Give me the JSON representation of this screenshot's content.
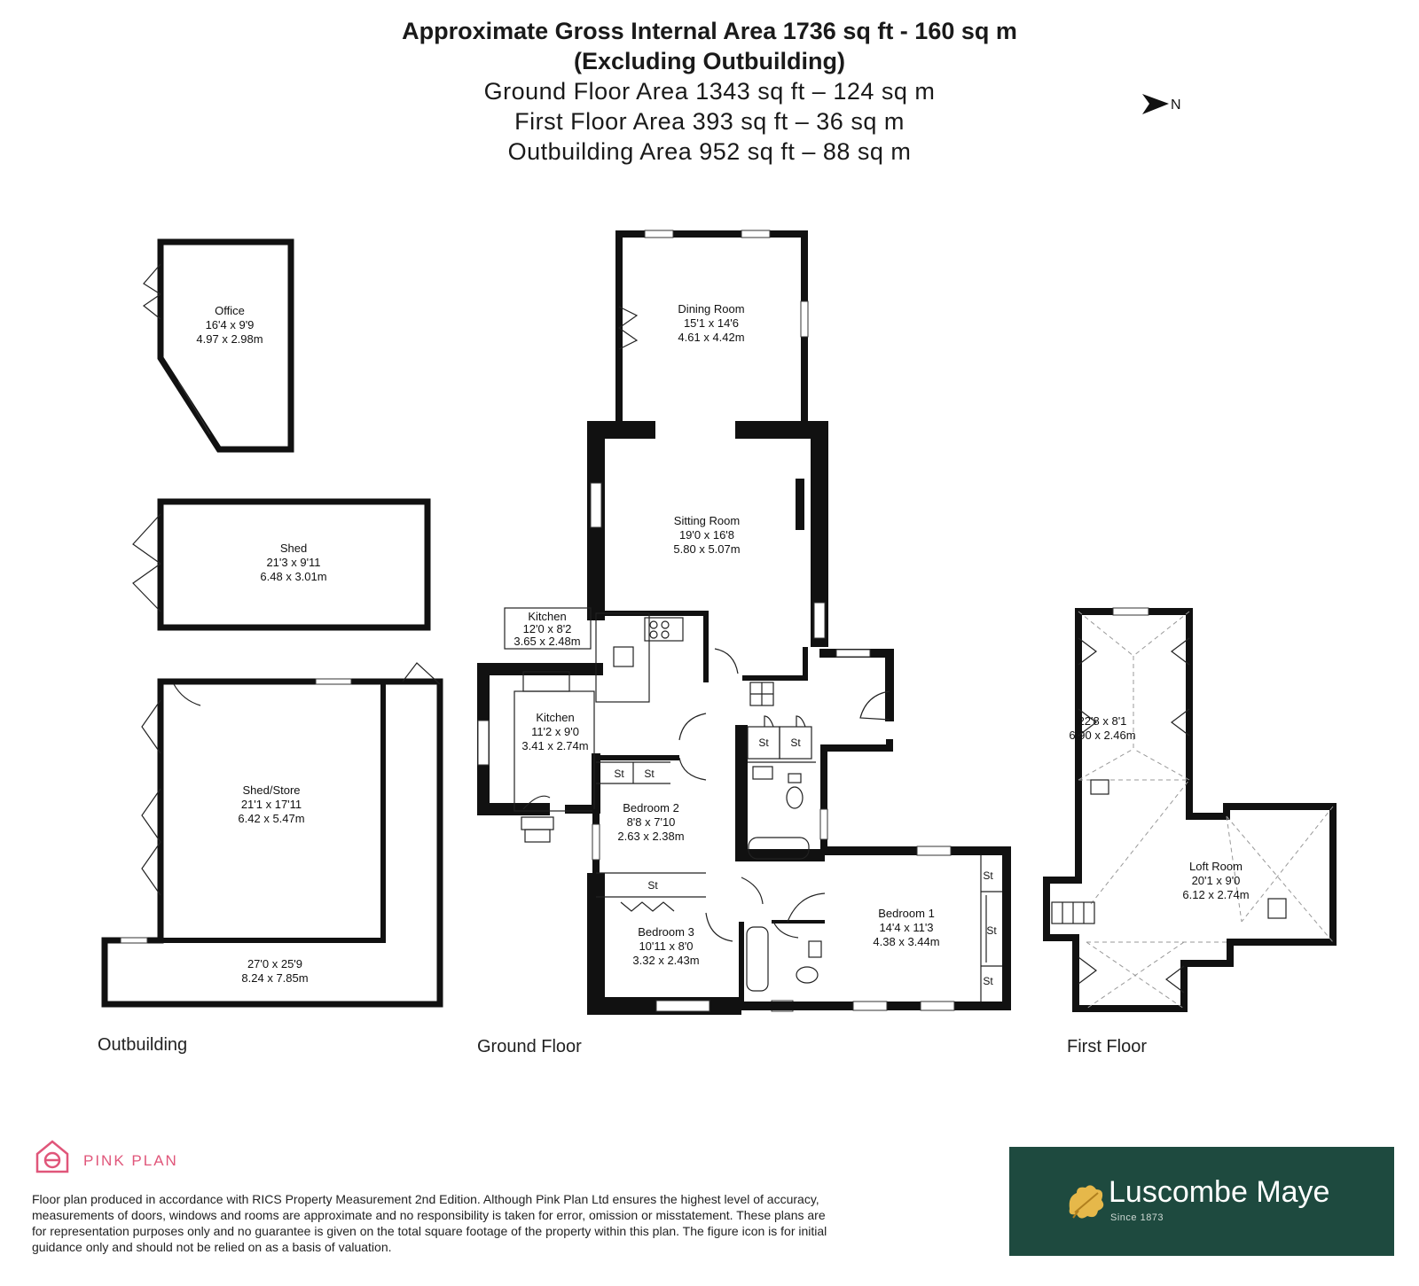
{
  "header": {
    "line1": "Approximate Gross Internal Area 1736 sq ft - 160 sq m",
    "line2": "(Excluding Outbuilding)",
    "line3": "Ground Floor Area 1343 sq ft – 124 sq m",
    "line4": "First Floor Area 393 sq ft – 36 sq m",
    "line5": "Outbuilding Area 952 sq ft – 88 sq m"
  },
  "compass": {
    "label": "N"
  },
  "sections": {
    "outbuilding": "Outbuilding",
    "ground": "Ground Floor",
    "first": "First Floor"
  },
  "rooms": {
    "office": {
      "name": "Office",
      "imperial": "16'4 x 9'9",
      "metric": "4.97 x 2.98m"
    },
    "shed": {
      "name": "Shed",
      "imperial": "21'3 x 9'11",
      "metric": "6.48 x 3.01m"
    },
    "shed_store": {
      "name": "Shed/Store",
      "imperial": "21'1 x 17'11",
      "metric": "6.42 x 5.47m"
    },
    "outbuilding_l": {
      "imperial": "27'0 x 25'9",
      "metric": "8.24 x 7.85m"
    },
    "dining": {
      "name": "Dining Room",
      "imperial": "15'1 x 14'6",
      "metric": "4.61 x 4.42m"
    },
    "sitting": {
      "name": "Sitting Room",
      "imperial": "19'0 x 16'8",
      "metric": "5.80 x 5.07m"
    },
    "kitchen_a": {
      "name": "Kitchen",
      "imperial": "12'0 x 8'2",
      "metric": "3.65 x 2.48m"
    },
    "kitchen_b": {
      "name": "Kitchen",
      "imperial": "11'2 x 9'0",
      "metric": "3.41 x 2.74m"
    },
    "bedroom2": {
      "name": "Bedroom 2",
      "imperial": "8'8 x 7'10",
      "metric": "2.63 x 2.38m"
    },
    "bedroom3": {
      "name": "Bedroom 3",
      "imperial": "10'11 x 8'0",
      "metric": "3.32 x 2.43m"
    },
    "bedroom1": {
      "name": "Bedroom 1",
      "imperial": "14'4 x 11'3",
      "metric": "4.38 x 3.44m"
    },
    "first_upper": {
      "imperial": "22'8 x 8'1",
      "metric": "6.90 x 2.46m"
    },
    "loft": {
      "name": "Loft Room",
      "imperial": "20'1 x 9'0",
      "metric": "6.12 x 2.74m"
    }
  },
  "storage_label": "St",
  "brand": {
    "name": "PINK PLAN",
    "color": "#e0567a"
  },
  "disclaimer": "Floor plan produced in accordance with RICS Property Measurement 2nd Edition. Although Pink Plan Ltd ensures the highest level of accuracy, measurements of doors, windows and rooms are approximate and no responsibility is taken for error, omission or misstatement. These plans are for representation purposes only and no guarantee is given on the total square footage of the property within this plan. The figure icon is for initial guidance only and should not be relied on as a basis of valuation.",
  "agent": {
    "name": "Luscombe Maye",
    "since": "Since 1873",
    "bg": "#1e4a3f"
  }
}
